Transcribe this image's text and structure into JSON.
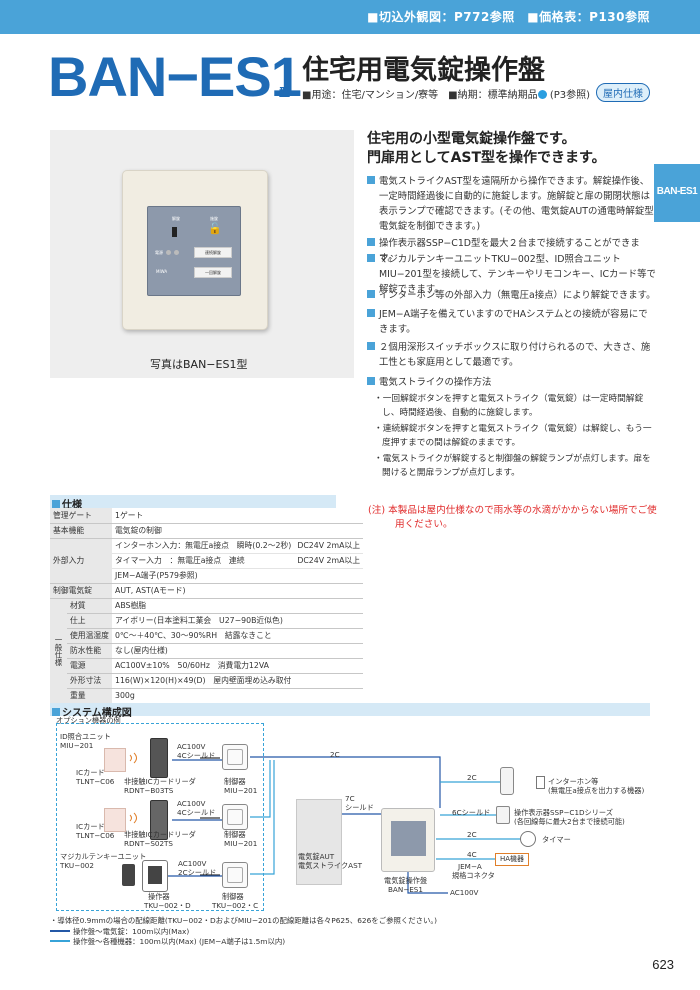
{
  "header": {
    "refs": "■切込外観図：P772参照　■価格表：P130参照"
  },
  "product": {
    "model": "BAN−ES1",
    "model_suffix": "型",
    "title": "住宅用電気錠操作盤",
    "meta_before_dot": "■用途：住宅/マンション/寮等　■納期：標準納期品",
    "meta_after_dot": " (P3参照)",
    "badge": "屋内仕様"
  },
  "side_tab": "BAN-ES1",
  "photo": {
    "caption": "写真はBAN−ES1型",
    "panel": {
      "label_1": "解錠",
      "label_2": "施錠",
      "power": "電源",
      "btn_1": "連続解錠",
      "btn_2": "一回解錠",
      "brand": "MIWA"
    }
  },
  "lead": [
    "住宅用の小型電気錠操作盤です。",
    "門扉用としてAST型を操作できます。"
  ],
  "features": [
    "電気ストライクAST型を遠隔所から操作できます。解錠操作後、一定時間経過後に自動的に施錠します。施解錠と扉の開閉状態は表示ランプで確認できます。(その他、電気錠AUTの通電時解錠型電気錠を制御できます。)",
    "操作表示器SSP−C1D型を最大２台まで接続することができます。",
    "マジカルテンキーユニットTKU−002型、ID照合ユニットMIU−201型を接続して、テンキーやリモコンキー、ICカード等で解錠できます。",
    "インターホン等の外部入力（無電圧a接点）により解錠できます。",
    "JEM−A端子を備えていますのでHAシステムとの接続が容易にできます。",
    "２個用深形スイッチボックスに取り付けられるので、大きさ、施工性とも家庭用として最適です。",
    "電気ストライクの操作方法"
  ],
  "operation": [
    "・一回解錠ボタンを押すと電気ストライク（電気錠）は一定時間解錠し、時間経過後、自動的に施錠します。",
    "・連続解錠ボタンを押すと電気ストライク（電気錠）は解錠し、もう一度押すまでの間は解錠のままです。",
    "・電気ストライクが解錠すると制御盤の解錠ランプが点灯します。扉を開けると開扉ランプが点灯します。"
  ],
  "note": "(注) 本製品は屋内仕様なので雨水等の水滴がかからない場所でご使用ください。",
  "spec": {
    "title": "仕様",
    "rows": {
      "gate": [
        "管理ゲート",
        "1ゲート"
      ],
      "func": [
        "基本機能",
        "電気錠の制御"
      ],
      "ext_label": "外部入力",
      "ext": [
        [
          "インターホン入力：無電圧a接点　瞬時(0.2〜2秒)",
          "DC24V 2mA以上"
        ],
        [
          "タイマー入力　：無電圧a接点　連続",
          "DC24V 2mA以上"
        ],
        [
          "JEM−A端子(P579参照)",
          ""
        ]
      ],
      "ctrl": [
        "制御電気錠",
        "AUT, AST(Aモード)"
      ],
      "gen_label": "一般仕様",
      "gen": [
        [
          "材質",
          "ABS樹脂"
        ],
        [
          "仕上",
          "アイボリー(日本塗料工業会　U27−90B近似色)"
        ],
        [
          "使用温湿度",
          "0℃〜＋40℃、30〜90%RH　結露なきこと"
        ],
        [
          "防水性能",
          "なし(屋内仕様)"
        ],
        [
          "電源",
          "AC100V±10%　50/60Hz　消費電力12VA"
        ],
        [
          "外形寸法",
          "116(W)×120(H)×49(D)　屋内壁面埋め込み取付"
        ],
        [
          "重量",
          "300g"
        ]
      ]
    }
  },
  "system": {
    "title": "システム構成図",
    "option_label": "オプション機器の例",
    "labels": {
      "id_unit": [
        "ID照合ユニット",
        "MIU−201"
      ],
      "ac_top": [
        "AC100V",
        "4Cシールド"
      ],
      "ic1": [
        "ICカード",
        "TLNT−C06"
      ],
      "reader1": [
        "非接触ICカードリーダ",
        "RDNT−B03TS"
      ],
      "ctrl1": [
        "制御器",
        "MIU−201"
      ],
      "ac_mid": [
        "AC100V",
        "4Cシールド"
      ],
      "ic2": [
        "ICカード",
        "TLNT−C06"
      ],
      "reader2": [
        "非接触ICカードリーダ",
        "RDNT−S02TS"
      ],
      "ctrl2": [
        "制御器",
        "MIU−201"
      ],
      "tenkey": [
        "マジカルテンキーユニット",
        "TKU−002"
      ],
      "ac_bot": [
        "AC100V",
        "2Cシールド"
      ],
      "op": [
        "操作器",
        "TKU−002・D"
      ],
      "ctrl3": [
        "制御器",
        "TKU−002・C"
      ],
      "w2c_a": "2C",
      "w2c_b": "2C",
      "w7c": [
        "7C",
        "シールド"
      ],
      "ast": [
        "電気錠AUT",
        "電気ストライクAST"
      ],
      "interphone": [
        "インターホン等",
        "(無電圧a接点を出力する機器)"
      ],
      "w6c": "6Cシールド",
      "ssp": [
        "操作表示器SSP−C1Dシリーズ",
        "(各回線毎に最大2台まで接続可能)"
      ],
      "w2c_c": "2C",
      "timer": "タイマー",
      "w4c": "4C",
      "jem": [
        "JEM−A",
        "規格コネクタ"
      ],
      "ha": "HA機器",
      "main": [
        "電気錠操作盤",
        "BAN−ES1"
      ],
      "ac100": "AC100V"
    }
  },
  "footer": {
    "note": "・導体径0.9mmの場合の配線距離(TKU−002・DおよびMIU−201の配線距離は各々P625、626をご参照ください。)",
    "line1": "操作盤〜電気錠：100m以内(Max)",
    "line2": "操作盤〜各種機器：100m以内(Max) (JEM−A端子は1.5m以内)"
  },
  "page_number": "623",
  "colors": {
    "accent": "#4aa3d8",
    "model": "#1f6bb5",
    "note_red": "#e02b2b",
    "wire_dark": "#2458a6",
    "wire_light": "#37a3d8"
  }
}
